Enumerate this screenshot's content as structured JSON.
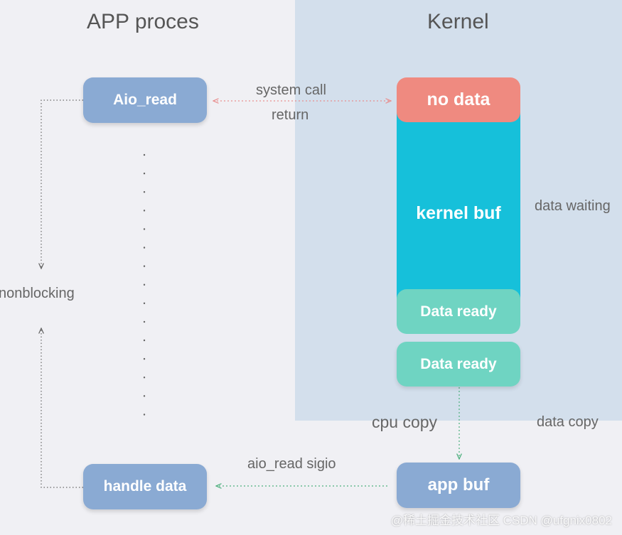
{
  "titles": {
    "app": "APP proces",
    "kernel": "Kernel"
  },
  "app": {
    "aio_read": "Aio_read",
    "handle_data": "handle data"
  },
  "kernel": {
    "no_data": "no data",
    "kernel_buf": "kernel buf",
    "data_ready_inner": "Data ready",
    "data_ready_outer": "Data ready",
    "app_buf": "app buf"
  },
  "labels": {
    "system_call": "system call",
    "return": "return",
    "nonblocking": "nonblocking",
    "data_waiting": "data waiting",
    "cpu_copy": "cpu copy",
    "data_copy": "data copy",
    "aio_read_sigio": "aio_read sigio"
  },
  "watermark": "@稀土掘金技术社区 CSDN @ufgnix0802",
  "colors": {
    "kernel_bg": "#d3dfec",
    "app_box": "#8aaad3",
    "no_data": "#ef8a80",
    "kernel_buf": "#16c0da",
    "data_ready": "#6fd4c2",
    "syscall_arrow": "#e88f8f",
    "copy_arrow": "#4caf7d"
  }
}
